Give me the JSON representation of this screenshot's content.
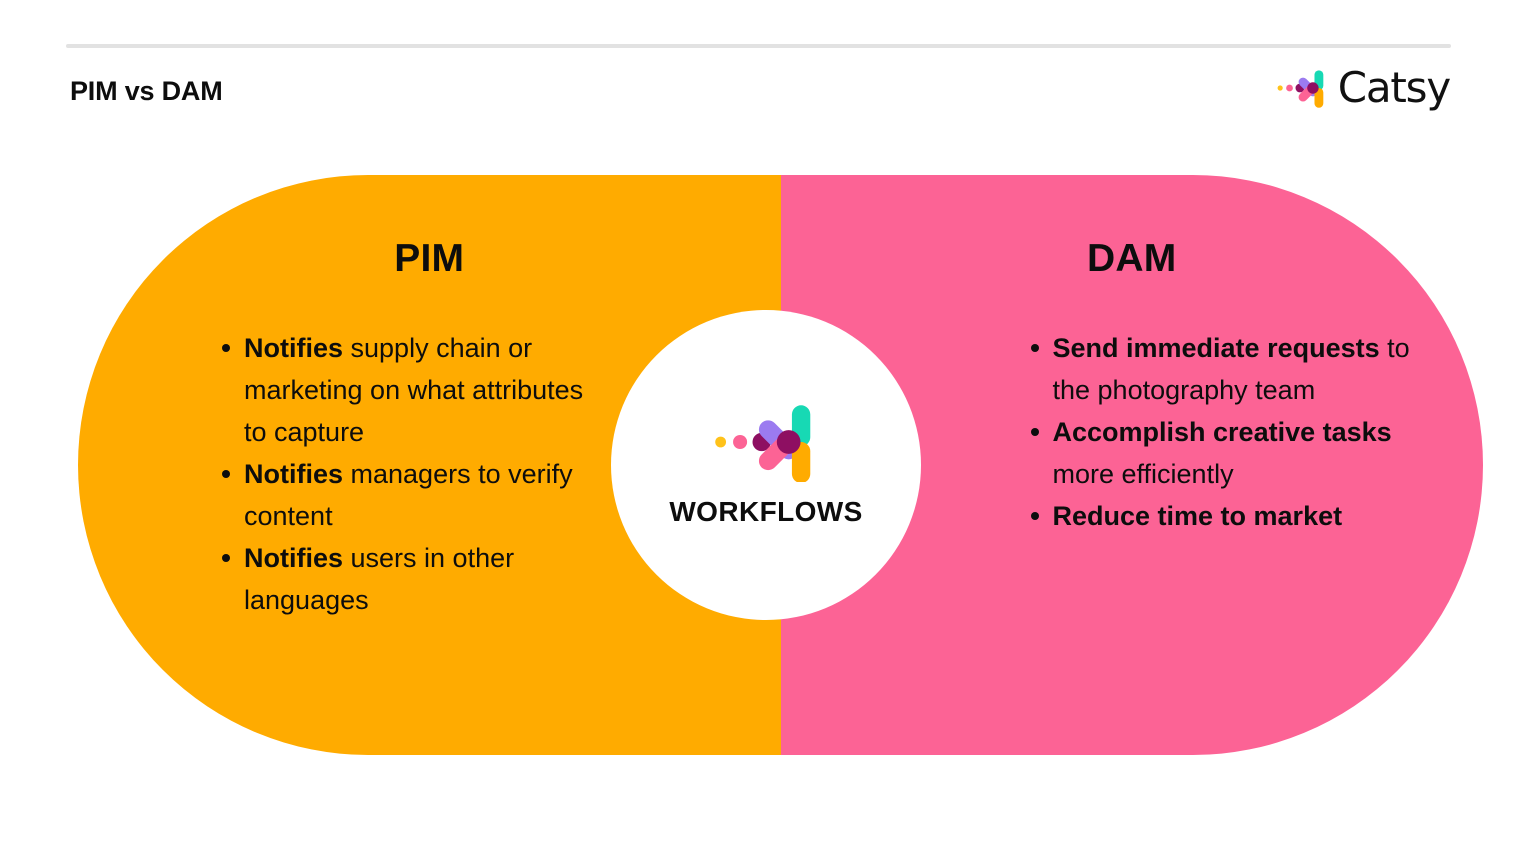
{
  "header": {
    "title": "PIM vs DAM",
    "brand_name": "Catsy",
    "brand_mark_icon": "catsy-logo-mark-icon",
    "divider_icon": "horizontal-rule"
  },
  "colors": {
    "pim_panel": "#FFAB00",
    "dam_panel": "#FC6395",
    "center_circle": "#FFFFFF",
    "text": "#0D0D0D",
    "rule": "#E2E2E2",
    "logo_yellow": "#FFC21A",
    "logo_pink": "#FC6395",
    "logo_magenta": "#8E0F62",
    "logo_purple": "#9B7BF0",
    "logo_teal": "#17D9B4",
    "logo_orange": "#FFAB00"
  },
  "diagram": {
    "type": "venn-capsule",
    "center": {
      "label": "WORKFLOWS",
      "icon": "catsy-logo-mark-icon"
    },
    "panels": [
      {
        "id": "pim",
        "title": "PIM",
        "bullets": [
          {
            "bold": "Notifies",
            "rest": " supply chain or marketing on what attributes to capture"
          },
          {
            "bold": "Notifies",
            "rest": " managers to verify content"
          },
          {
            "bold": "Notifies",
            "rest": " users in other languages"
          }
        ]
      },
      {
        "id": "dam",
        "title": "DAM",
        "bullets": [
          {
            "bold": "Send immediate requests",
            "rest": " to the photography team"
          },
          {
            "bold": "Accomplish creative tasks",
            "rest": " more efficiently"
          },
          {
            "bold": "Reduce time to market",
            "rest": ""
          }
        ]
      }
    ]
  }
}
